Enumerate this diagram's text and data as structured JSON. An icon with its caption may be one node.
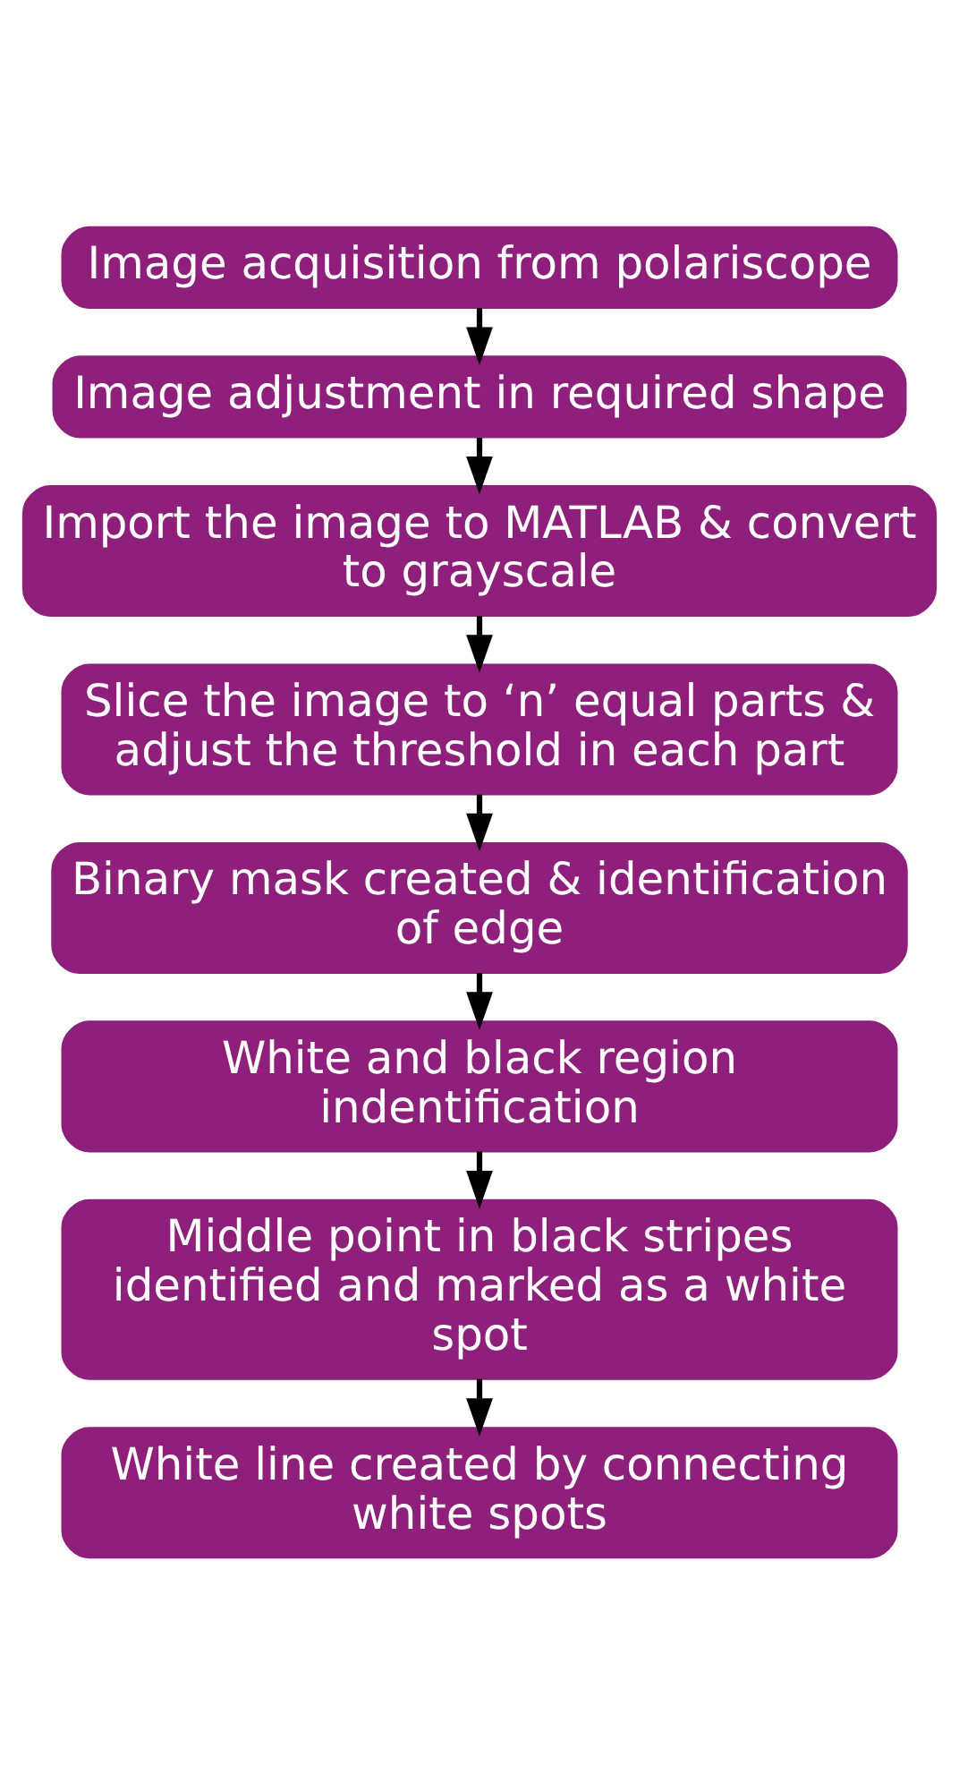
{
  "diagram": {
    "nodes": [
      {
        "text": [
          "Image acquisition from polariscope"
        ]
      },
      {
        "text": [
          "Image adjustment in required shape"
        ]
      },
      {
        "text": [
          "Import the image to MATLAB & convert to grayscale"
        ]
      },
      {
        "text": [
          "Slice the image to ‘n’ equal parts & adjust the threshold in each part"
        ]
      },
      {
        "text": [
          "Binary mask created & identification of edge"
        ]
      },
      {
        "text": [
          "White and black region indentification"
        ]
      },
      {
        "text": [
          "Middle point in black stripes identified and marked as a white spot"
        ]
      },
      {
        "text": [
          "White line created by connecting white spots"
        ]
      }
    ],
    "edges": [
      {
        "from": 0,
        "to": 1,
        "arrow": "to"
      },
      {
        "from": 1,
        "to": 2,
        "arrow": "to"
      },
      {
        "from": 2,
        "to": 3,
        "arrow": "to"
      },
      {
        "from": 3,
        "to": 4,
        "arrow": "to"
      },
      {
        "from": 4,
        "to": 5,
        "arrow": "to"
      },
      {
        "from": 5,
        "to": 6,
        "arrow": "to"
      },
      {
        "from": 6,
        "to": 7,
        "arrow": "to"
      }
    ]
  }
}
